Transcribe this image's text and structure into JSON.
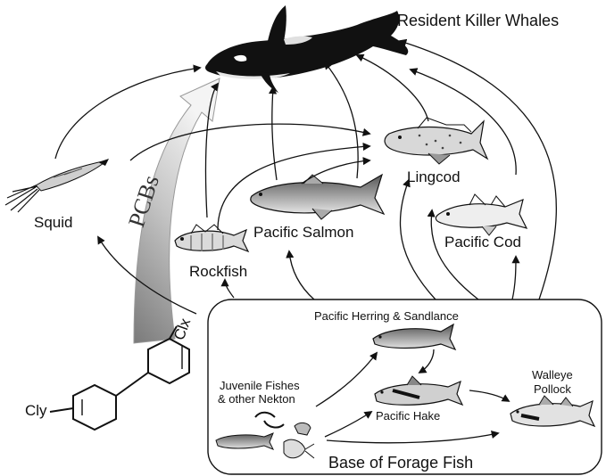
{
  "title": "Resident Killer Whales",
  "nodes": {
    "squid": "Squid",
    "rockfish": "Rockfish",
    "pacific_salmon": "Pacific Salmon",
    "lingcod": "Lingcod",
    "pacific_cod": "Pacific Cod",
    "herring_sandlance": "Pacific Herring & Sandlance",
    "juvenile_line1": "Juvenile Fishes",
    "juvenile_line2": "& other Nekton",
    "pacific_hake": "Pacific Hake",
    "walleye_line1": "Walleye",
    "walleye_line2": "Pollock",
    "forage_base": "Base of Forage Fish"
  },
  "pcb": {
    "arrow_label": "PCBs",
    "cly": "Cly",
    "clx": "Clx"
  },
  "colors": {
    "ink": "#111111",
    "arrow_gradient_light": "#f2f2f2",
    "arrow_gradient_dark": "#8a8a8a"
  }
}
